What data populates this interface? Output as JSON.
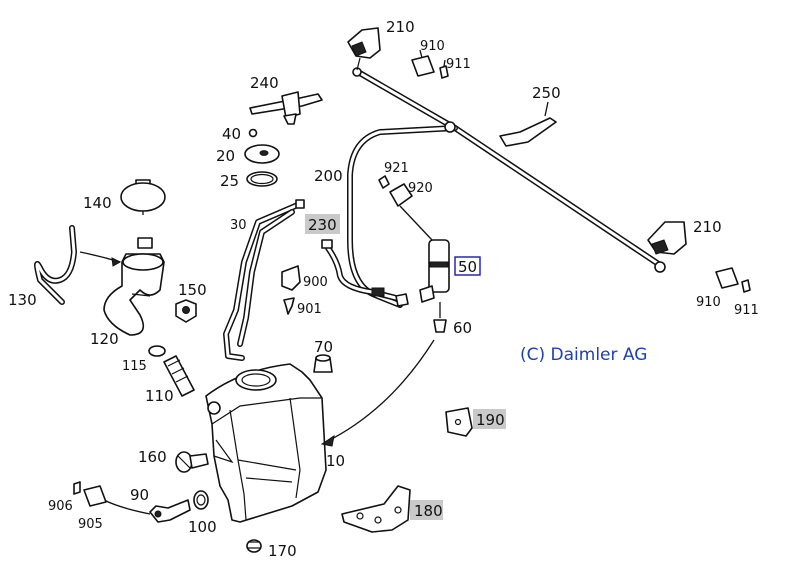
{
  "copyright": "(C) Daimler AG",
  "callouts": {
    "c210a": "210",
    "c910a": "910",
    "c911a": "911",
    "c250": "250",
    "c240": "240",
    "c40": "40",
    "c20": "20",
    "c25": "25",
    "c200": "200",
    "c921": "921",
    "c920": "920",
    "c210b": "210",
    "c140": "140",
    "c30": "30",
    "c230": "230",
    "c50": "50",
    "c900": "900",
    "c901": "901",
    "c130": "130",
    "c150": "150",
    "c120": "120",
    "c60": "60",
    "c910b": "910",
    "c911b": "911",
    "c70": "70",
    "c115": "115",
    "c110": "110",
    "c190": "190",
    "c160": "160",
    "c10": "10",
    "c90": "90",
    "c906": "906",
    "c905": "905",
    "c100": "100",
    "c180": "180",
    "c170": "170"
  },
  "colors": {
    "highlight_gray": "#c9c9c9",
    "highlight_box": "#1a1aa6",
    "copyright": "#1f3fae"
  }
}
